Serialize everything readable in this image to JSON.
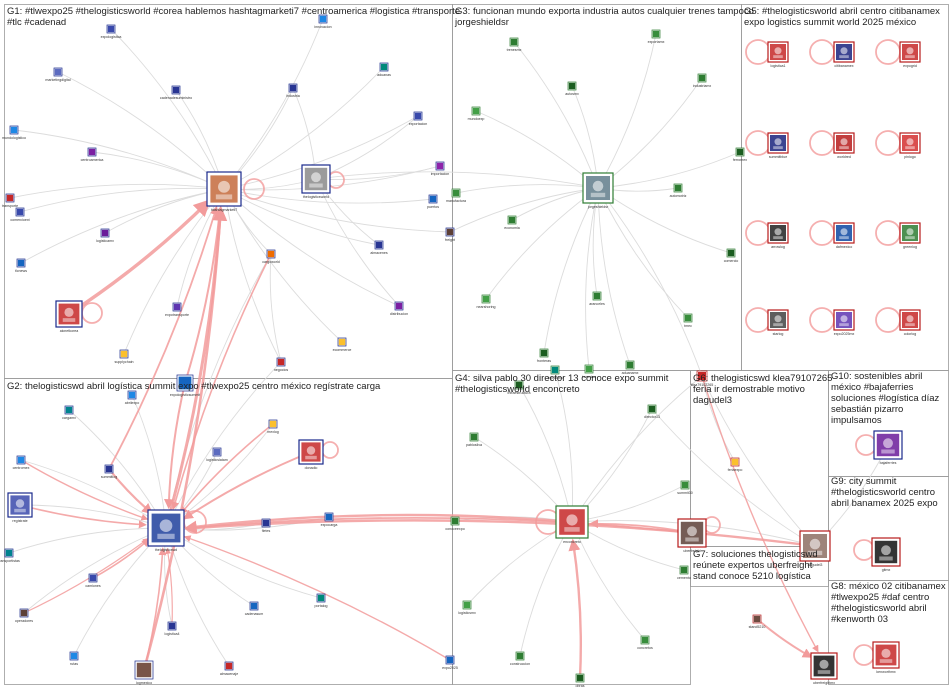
{
  "colors": {
    "group_border": "#9a9a9a",
    "edge_light": "#dcdcdc",
    "edge_strong": "#f29b9b",
    "node_border_blue": "#1a2a8c",
    "node_border_green": "#2e7d32",
    "node_border_red": "#b71c1c",
    "label_text": "#222222"
  },
  "groups": [
    {
      "id": "G1",
      "label": "G1: #tlwexpo25 #thelogisticsworld #corea hablemos hashtagmarketi7 #centroamerica #logistica #transporte\n#tlc #cadenad"
    },
    {
      "id": "G2",
      "label": "G2: thelogisticswd abril logística summit expo #tlwexpo25 centro méxico regístrate carga"
    },
    {
      "id": "G3",
      "label": "G3: funcionan mundo exporta industria autos cualquier trenes tampoco\njorgeshieldsr"
    },
    {
      "id": "G4",
      "label": "G4: silva pablo 30 director 13 conoce expo summit\n#thelogisticsworld enconcreto"
    },
    {
      "id": "G5",
      "label": "G5: #thelogisticsworld abril centro citibanamex\nexpo logistics summit world 2025 méxico"
    },
    {
      "id": "G6",
      "label": "G6: thelogisticswd klea79107265\nferia ir demostrable motivo\ndagudel3"
    },
    {
      "id": "G7",
      "label": "G7: soluciones thelogisticswd\nreúnete expertos uberfreight\nstand conoce 5210 logística"
    },
    {
      "id": "G8",
      "label": "G8: méxico 02 citibanamex\n#tlwexpo25 #daf centro\n#thelogisticsworld abril\n#kenworth 03"
    },
    {
      "id": "G9",
      "label": "G9: city summit\n#thelogisticsworld centro\nabril banamex 2025 expo"
    },
    {
      "id": "G10",
      "label": "G10: sostenibles abril\nméxico #bajaferries\nsoluciones #logística díaz\nsebastián pizarro\nimpulsamos"
    }
  ],
  "nodes": [
    {
      "id": "g1hub",
      "label": "hashtagmarketi7",
      "icon": "avatar-photo-woman-icon",
      "color": "#c46a3c"
    },
    {
      "id": "g1n2",
      "label": "thelogisticsworld",
      "icon": "logistics-emblem-icon",
      "color": "#8a8a8a"
    },
    {
      "id": "g1n3",
      "label": "aicnetkorea",
      "icon": "korea-flag-emblem-icon",
      "color": "#c62828"
    },
    {
      "id": "g1n4",
      "label": "expologistica",
      "icon": "avatar-icon",
      "color": "#3949ab"
    },
    {
      "id": "g1n5",
      "label": "marketingdigital",
      "icon": "avatar-icon",
      "color": "#5c6bc0"
    },
    {
      "id": "g1n6",
      "label": "cadenadesuministro",
      "icon": "avatar-icon",
      "color": "#283593"
    },
    {
      "id": "g1n7",
      "label": "mundologistico",
      "icon": "avatar-icon",
      "color": "#1e88e5"
    },
    {
      "id": "g1n8",
      "label": "centroamerica",
      "icon": "avatar-icon",
      "color": "#7b1fa2"
    },
    {
      "id": "g1n9",
      "label": "transporte",
      "icon": "avatar-icon",
      "color": "#c62828"
    },
    {
      "id": "g1n10",
      "label": "comercioext",
      "icon": "avatar-icon",
      "color": "#3949ab"
    },
    {
      "id": "g1n11",
      "label": "logisticamx",
      "icon": "avatar-icon",
      "color": "#6a1b9a"
    },
    {
      "id": "g1n12",
      "label": "tlcnews",
      "icon": "avatar-icon",
      "color": "#1565c0"
    },
    {
      "id": "g1n13",
      "label": "supplychain",
      "icon": "avatar-icon",
      "color": "#fbc02d"
    },
    {
      "id": "g1n14",
      "label": "expotransporte",
      "icon": "avatar-icon",
      "color": "#5e35b1"
    },
    {
      "id": "g1n15",
      "label": "cargoworld",
      "icon": "avatar-icon",
      "color": "#ef6c00"
    },
    {
      "id": "g1n16",
      "label": "negocios",
      "icon": "avatar-icon",
      "color": "#c62828"
    },
    {
      "id": "g1n17",
      "label": "industria",
      "icon": "avatar-icon",
      "color": "#283593"
    },
    {
      "id": "g1n18",
      "label": "aduanas",
      "icon": "avatar-icon",
      "color": "#00897b"
    },
    {
      "id": "g1n19",
      "label": "exportacion",
      "icon": "avatar-icon",
      "color": "#3949ab"
    },
    {
      "id": "g1n20",
      "label": "importacion",
      "icon": "avatar-icon",
      "color": "#8e24aa"
    },
    {
      "id": "g1n21",
      "label": "puertos",
      "icon": "avatar-icon",
      "color": "#1565c0"
    },
    {
      "id": "g1n22",
      "label": "freight",
      "icon": "avatar-icon",
      "color": "#5d4037"
    },
    {
      "id": "g1n23",
      "label": "almacenes",
      "icon": "avatar-icon",
      "color": "#283593"
    },
    {
      "id": "g1n24",
      "label": "distribucion",
      "icon": "avatar-icon",
      "color": "#7b1fa2"
    },
    {
      "id": "g1n25",
      "label": "ecommerce",
      "icon": "avatar-icon",
      "color": "#fbc02d"
    },
    {
      "id": "g1n26",
      "label": "innovacion",
      "icon": "avatar-icon",
      "color": "#1e88e5"
    },
    {
      "id": "g2hub",
      "label": "thelogisticswd",
      "icon": "the-logistics-world-logo-icon",
      "color": "#1f3f9c"
    },
    {
      "id": "g2n2",
      "label": "donadio",
      "icon": "brand-logo-icon",
      "color": "#c62828"
    },
    {
      "id": "g2n3",
      "label": "expologisticsummit",
      "icon": "avatar-icon",
      "color": "#1565c0"
    },
    {
      "id": "g2n4",
      "label": "regístrate",
      "icon": "avatar-icon",
      "color": "#3949ab"
    },
    {
      "id": "g2n5",
      "label": "cargamx",
      "icon": "avatar-icon",
      "color": "#00838f"
    },
    {
      "id": "g2n6",
      "label": "centromex",
      "icon": "avatar-icon",
      "color": "#1e88e5"
    },
    {
      "id": "g2n7",
      "label": "summitlog",
      "icon": "avatar-icon",
      "color": "#283593"
    },
    {
      "id": "g2n8",
      "label": "logisticslatam",
      "icon": "avatar-icon",
      "color": "#5c6bc0"
    },
    {
      "id": "g2n9",
      "label": "mexlog",
      "icon": "avatar-icon",
      "color": "#fbc02d"
    },
    {
      "id": "g2n10",
      "label": "fletes",
      "icon": "avatar-icon",
      "color": "#283593"
    },
    {
      "id": "g2n11",
      "label": "expocarga",
      "icon": "avatar-icon",
      "color": "#1565c0"
    },
    {
      "id": "g2n12",
      "label": "transportistas",
      "icon": "avatar-icon",
      "color": "#00838f"
    },
    {
      "id": "g2n13",
      "label": "camiones",
      "icon": "avatar-icon",
      "color": "#3949ab"
    },
    {
      "id": "g2n14",
      "label": "operadores",
      "icon": "avatar-icon",
      "color": "#5d4037"
    },
    {
      "id": "g2n15",
      "label": "rutas",
      "icon": "avatar-icon",
      "color": "#1e88e5"
    },
    {
      "id": "g2n16",
      "label": "logistica4",
      "icon": "avatar-icon",
      "color": "#283593"
    },
    {
      "id": "g2n17",
      "label": "almacenaje",
      "icon": "avatar-icon",
      "color": "#c62828"
    },
    {
      "id": "g2n18",
      "label": "cadenasum",
      "icon": "avatar-icon",
      "color": "#1565c0"
    },
    {
      "id": "g2n19",
      "label": "portalog",
      "icon": "avatar-icon",
      "color": "#00897b"
    },
    {
      "id": "g2n20",
      "label": "abrilexpo",
      "icon": "avatar-icon",
      "color": "#1e88e5"
    },
    {
      "id": "g2n21",
      "label": "expo2025",
      "icon": "avatar-icon",
      "color": "#1565c0"
    },
    {
      "id": "g2n22",
      "label": "logmexico",
      "icon": "avatar-photo-icon",
      "color": "#795548"
    },
    {
      "id": "g3hub",
      "label": "jorgeshieldsr",
      "icon": "avatar-photo-man-icon",
      "color": "#607d8b"
    },
    {
      "id": "g3n2",
      "label": "trenesmx",
      "icon": "avatar-icon",
      "color": "#2e7d32"
    },
    {
      "id": "g3n3",
      "label": "autosmx",
      "icon": "avatar-icon",
      "color": "#1b5e20"
    },
    {
      "id": "g3n4",
      "label": "exportamx",
      "icon": "avatar-icon",
      "color": "#388e3c"
    },
    {
      "id": "g3n5",
      "label": "industriamx",
      "icon": "avatar-icon",
      "color": "#2e7d32"
    },
    {
      "id": "g3n6",
      "label": "mundoexp",
      "icon": "avatar-icon",
      "color": "#43a047"
    },
    {
      "id": "g3n7",
      "label": "ferromex",
      "icon": "avatar-icon",
      "color": "#1b5e20"
    },
    {
      "id": "g3n8",
      "label": "automotriz",
      "icon": "avatar-icon",
      "color": "#2e7d32"
    },
    {
      "id": "g3n9",
      "label": "manufactura",
      "icon": "avatar-icon",
      "color": "#388e3c"
    },
    {
      "id": "g3n10",
      "label": "economia",
      "icon": "avatar-icon",
      "color": "#2e7d32"
    },
    {
      "id": "g3n11",
      "label": "comercio",
      "icon": "avatar-icon",
      "color": "#1b5e20"
    },
    {
      "id": "g3n12",
      "label": "nearshoring",
      "icon": "avatar-icon",
      "color": "#43a047"
    },
    {
      "id": "g3n13",
      "label": "aranceles",
      "icon": "avatar-icon",
      "color": "#2e7d32"
    },
    {
      "id": "g3n14",
      "label": "tmec",
      "icon": "avatar-icon",
      "color": "#388e3c"
    },
    {
      "id": "g3n15",
      "label": "fronteras",
      "icon": "avatar-icon",
      "color": "#1b5e20"
    },
    {
      "id": "g3n16",
      "label": "aduanamx",
      "icon": "avatar-icon",
      "color": "#2e7d32"
    },
    {
      "id": "g3n17",
      "label": "inversion",
      "icon": "avatar-icon",
      "color": "#43a047"
    },
    {
      "id": "g4hub",
      "label": "enconcreto",
      "icon": "red-c-logo-icon",
      "color": "#c62828"
    },
    {
      "id": "g4n2",
      "label": "pablosilva",
      "icon": "avatar-icon",
      "color": "#2e7d32"
    },
    {
      "id": "g4n3",
      "label": "director13",
      "icon": "avatar-icon",
      "color": "#1b5e20"
    },
    {
      "id": "g4n4",
      "label": "summit30",
      "icon": "avatar-icon",
      "color": "#388e3c"
    },
    {
      "id": "g4n5",
      "label": "conoceexpo",
      "icon": "avatar-icon",
      "color": "#2e7d32"
    },
    {
      "id": "g4n6",
      "label": "logisticsmx",
      "icon": "avatar-icon",
      "color": "#43a047"
    },
    {
      "id": "g4n7",
      "label": "construccion",
      "icon": "avatar-icon",
      "color": "#2e7d32"
    },
    {
      "id": "g4n8",
      "label": "obras",
      "icon": "avatar-icon",
      "color": "#1b5e20"
    },
    {
      "id": "g4n9",
      "label": "concretos",
      "icon": "avatar-icon",
      "color": "#388e3c"
    },
    {
      "id": "g4n10",
      "label": "cemento",
      "icon": "avatar-icon",
      "color": "#2e7d32"
    },
    {
      "id": "g4n11",
      "label": "infraestructura",
      "icon": "avatar-icon",
      "color": "#1b5e20"
    },
    {
      "id": "g4n12",
      "label": "expoobra",
      "icon": "avatar-icon",
      "color": "#00897b"
    },
    {
      "id": "g5n1",
      "label": "logistica1",
      "icon": "truck-logo-icon",
      "color": "#c62828"
    },
    {
      "id": "g5n2",
      "label": "citibanamex",
      "icon": "blue-banner-logo-icon",
      "color": "#1a237e"
    },
    {
      "id": "g5n3",
      "label": "expogrid",
      "icon": "dots-grid-logo-icon",
      "color": "#c62828"
    },
    {
      "id": "g5n4",
      "label": "summitblue",
      "icon": "dark-logo-icon",
      "color": "#1a237e"
    },
    {
      "id": "g5n5",
      "label": "worldred",
      "icon": "red-figure-logo-icon",
      "color": "#b71c1c"
    },
    {
      "id": "g5n6",
      "label": "pinlogo",
      "icon": "red-pin-logo-icon",
      "color": "#d32f2f"
    },
    {
      "id": "g5n7",
      "label": "arrowlog",
      "icon": "black-arrow-logo-icon",
      "color": "#212121"
    },
    {
      "id": "g5n8",
      "label": "dafmexico",
      "icon": "daf-logo-icon",
      "color": "#0d47a1"
    },
    {
      "id": "g5n9",
      "label": "greenlog",
      "icon": "green-logo-icon",
      "color": "#2e7d32"
    },
    {
      "id": "g5n10",
      "label": "starlog",
      "icon": "star-emblem-icon",
      "color": "#424242"
    },
    {
      "id": "g5n11",
      "label": "expo2025mx",
      "icon": "text-logo-icon",
      "color": "#5e35b1"
    },
    {
      "id": "g5n12",
      "label": "colorlog",
      "icon": "multicolor-logo-icon",
      "color": "#c62828"
    },
    {
      "id": "g6n1",
      "label": "klea79107265",
      "icon": "avatar-icon",
      "color": "#c62828"
    },
    {
      "id": "g6n2",
      "label": "dagudel3",
      "icon": "avatar-photo-icon",
      "color": "#8d6e63"
    },
    {
      "id": "g6n3",
      "label": "feriaexpo",
      "icon": "avatar-icon",
      "color": "#fbc02d"
    },
    {
      "id": "g7n1",
      "label": "uberfreight",
      "icon": "avatar-photo-icon",
      "color": "#5d4037"
    },
    {
      "id": "g7n2",
      "label": "stand5210",
      "icon": "avatar-photo-icon",
      "color": "#6d4c41"
    },
    {
      "id": "g8n1",
      "label": "uberfreightmx",
      "icon": "uber-freight-logo-icon",
      "color": "#111111"
    },
    {
      "id": "g8n2",
      "label": "kenworthmx",
      "icon": "red-emblem-icon",
      "color": "#c62828"
    },
    {
      "id": "g9n1",
      "label": "gitmx",
      "icon": "git-logo-icon",
      "color": "#111111"
    },
    {
      "id": "g10n1",
      "label": "bajaferries",
      "icon": "purple-logo-icon",
      "color": "#6a1b9a"
    }
  ]
}
